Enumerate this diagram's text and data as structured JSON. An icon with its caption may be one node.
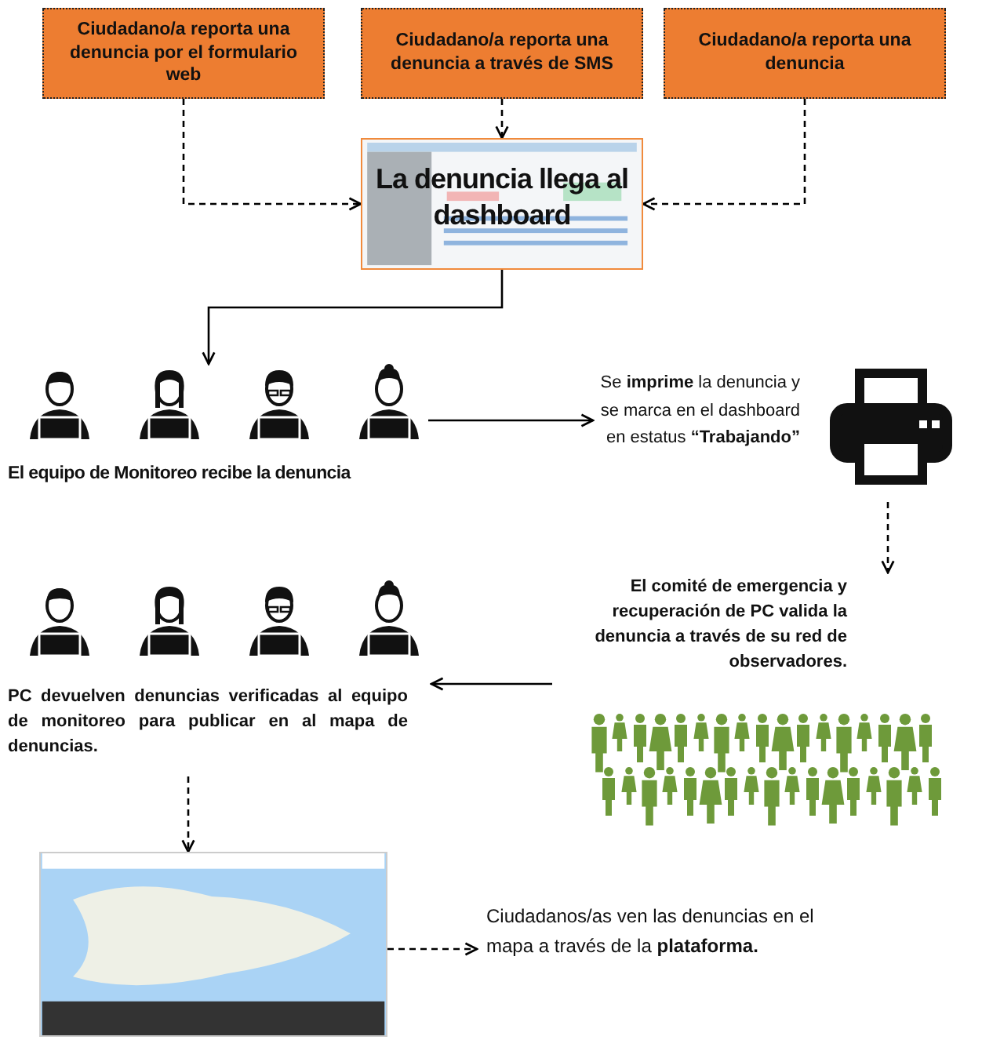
{
  "diagram": {
    "nodes": [
      {
        "text": [
          "Ciudadano/a reporta una denuncia por el formulario web"
        ]
      },
      {
        "text": [
          "Ciudadano/a reporta una denuncia a través de SMS"
        ]
      },
      {
        "text": [
          "Ciudadano/a reporta una denuncia"
        ]
      },
      {
        "text": [
          "La denuncia llega al dashboard"
        ]
      },
      {
        "text": [
          "El equipo de Monitoreo recibe la denuncia"
        ]
      },
      {
        "text": [
          "Se **imprime** la denuncia y se marca en el dashboard en estatus **“Trabajando”**"
        ]
      },
      {
        "text": [
          "El comité de emergencia y recuperación de PC valida la denuncia a través de su red de observadores."
        ]
      },
      {
        "text": [
          "PC devuelven denuncias verificadas al equipo de monitoreo para publicar en al mapa de denuncias."
        ]
      },
      {
        "text": [],
        "shape": "picture"
      },
      {
        "text": [
          "Ciudadanos/as ven las denuncias en el mapa a través de la **plataforma.**"
        ]
      }
    ],
    "edges": [
      {
        "from": 0,
        "to": 3,
        "arrow": "to",
        "style": "dashed"
      },
      {
        "from": 1,
        "to": 3,
        "arrow": "to",
        "style": "dashed"
      },
      {
        "from": 2,
        "to": 3,
        "arrow": "to",
        "style": "dashed"
      },
      {
        "from": 3,
        "to": 4,
        "arrow": "to"
      },
      {
        "from": 4,
        "to": 5,
        "arrow": "to"
      },
      {
        "from": 5,
        "to": 6,
        "arrow": "to",
        "style": "dashed"
      },
      {
        "from": 6,
        "to": 7,
        "arrow": "to"
      },
      {
        "from": 7,
        "to": 8,
        "arrow": "to",
        "style": "dashed"
      },
      {
        "from": 8,
        "to": 9,
        "arrow": "to",
        "style": "dashed"
      }
    ]
  }
}
